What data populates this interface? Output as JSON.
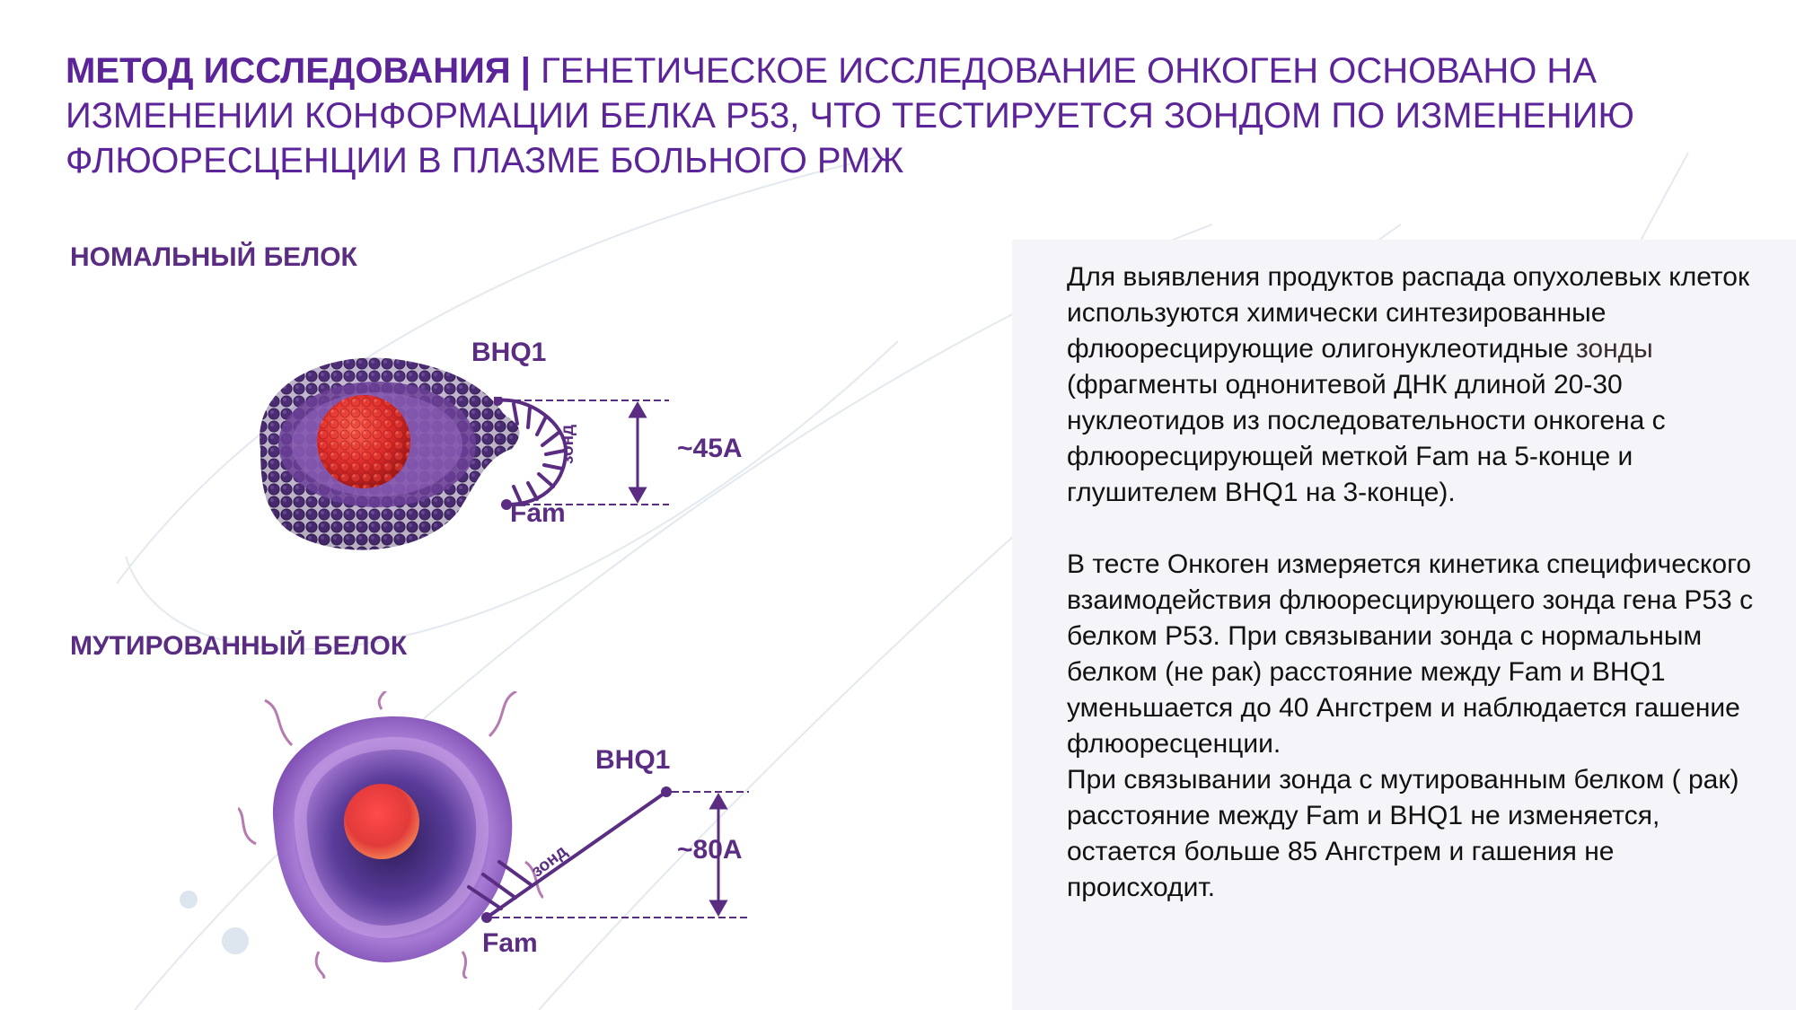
{
  "title": {
    "bold_part": "МЕТОД ИССЛЕДОВАНИЯ |",
    "regular_part": " ГЕНЕТИЧЕСКОЕ ИССЛЕДОВАНИЕ ОНКОГЕН ОСНОВАНО НА ИЗМЕНЕНИИ КОНФОРМАЦИИ БЕЛКА Р53, ЧТО ТЕСТИРУЕТСЯ ЗОНДОМ ПО ИЗМЕНЕНИЮ ФЛЮОРЕСЦЕНЦИИ В ПЛАЗМЕ БОЛЬНОГО РМЖ"
  },
  "colors": {
    "accent_purple": "#5c2499",
    "diagram_purple": "#5a2d82",
    "panel_background": "#f5f4f9",
    "body_text": "#111111"
  },
  "normal_protein": {
    "label": "НОМАЛЬНЫЙ БЕЛОК",
    "quencher_label": "BHQ1",
    "fluorophore_label": "Fam",
    "probe_label": "зонд",
    "distance_label": "~45A"
  },
  "mutant_protein": {
    "label": "МУТИРОВАННЫЙ БЕЛОК",
    "quencher_label": "BHQ1",
    "fluorophore_label": "Fam",
    "probe_label": "зонд",
    "distance_label": "~80A"
  },
  "panel": {
    "paragraph1": {
      "before": "Для выявления продуктов распада опухолевых клеток используются химически синтезированные флюоресцирующие олигонуклеотидные ",
      "highlight": "зонды",
      "after": " (фрагменты однонитевой ДНК длиной 20-30 нуклеотидов из последовательности онкогена с флюоресцирующей меткой Fam на 5-конце и глушителем BHQ1 на 3-конце)."
    },
    "paragraph2": "В тесте Онкоген  измеряется кинетика специфического взаимодействия флюоресцирующего зонда гена Р53  с  белком Р53. При связывании зонда с нормальным белком (не рак) расстояние между Fam и BHQ1 уменьшается до 40 Ангстрем и наблюдается гашение флюоресценции.",
    "paragraph3": "При связывании  зонда с мутированным белком ( рак) расстояние между Fam и BHQ1 не изменяется, остается больше 85 Ангстрем и гашения не происходит."
  }
}
